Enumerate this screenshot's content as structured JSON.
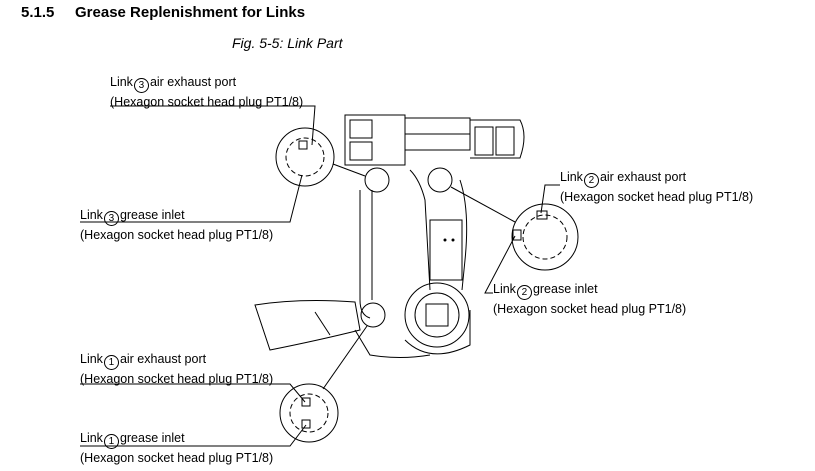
{
  "section": {
    "number": "5.1.5",
    "title": "Grease Replenishment for Links"
  },
  "figure": {
    "caption": "Fig. 5-5: Link Part"
  },
  "callouts": [
    {
      "id": "link3-exhaust",
      "prefix": "Link",
      "link_no": "3",
      "suffix": "air exhaust port",
      "detail": "(Hexagon socket head plug PT1/8)"
    },
    {
      "id": "link3-inlet",
      "prefix": "Link",
      "link_no": "3",
      "suffix": "grease inlet",
      "detail": "(Hexagon socket head plug PT1/8)"
    },
    {
      "id": "link2-exhaust",
      "prefix": "Link",
      "link_no": "2",
      "suffix": "air exhaust port",
      "detail": "(Hexagon socket head plug PT1/8)"
    },
    {
      "id": "link2-inlet",
      "prefix": "Link",
      "link_no": "2",
      "suffix": "grease inlet",
      "detail": "(Hexagon socket head plug PT1/8)"
    },
    {
      "id": "link1-exhaust",
      "prefix": "Link",
      "link_no": "1",
      "suffix": "air exhaust port",
      "detail": "(Hexagon socket head plug PT1/8)"
    },
    {
      "id": "link1-inlet",
      "prefix": "Link",
      "link_no": "1",
      "suffix": "grease inlet",
      "detail": "(Hexagon socket head plug PT1/8)"
    }
  ]
}
